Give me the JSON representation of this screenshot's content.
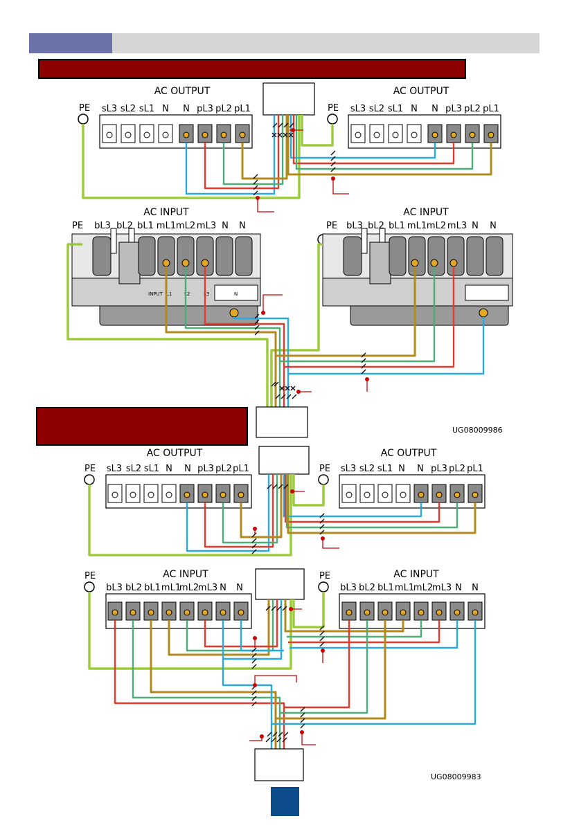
{
  "header": {
    "accent_color": "#6a72a8",
    "bar_color": "#d6d6d6"
  },
  "banners": {
    "color": "#8e0000"
  },
  "diagram1": {
    "output_title": "AC OUTPUT",
    "output_terminals": [
      "sL3",
      "sL2",
      "sL1",
      "N",
      "N",
      "pL3",
      "pL2",
      "pL1"
    ],
    "input_title": "AC INPUT",
    "input_terminals": [
      "bL3",
      "bL2",
      "bL1",
      "mL1",
      "mL2",
      "mL3",
      "N",
      "N"
    ],
    "pe_label": "PE",
    "breaker_labels": {
      "input": "INPUT",
      "l1": "L1",
      "l2": "L2",
      "l3": "L3",
      "n": "N"
    },
    "figure_id": "UG08009986"
  },
  "diagram2": {
    "output_title": "AC OUTPUT",
    "output_terminals": [
      "sL3",
      "sL2",
      "sL1",
      "N",
      "N",
      "pL3",
      "pL2",
      "pL1"
    ],
    "input_title": "AC INPUT",
    "input_terminals": [
      "bL3",
      "bL2",
      "bL1",
      "mL1",
      "mL2",
      "mL3",
      "N",
      "N"
    ],
    "pe_label": "PE",
    "figure_id": "UG08009983"
  },
  "wire_colors": {
    "pe": "#9ccc3c",
    "blue": "#29a9e0",
    "red": "#e33a2d",
    "green": "#4cae76",
    "brown": "#b08a1e"
  }
}
